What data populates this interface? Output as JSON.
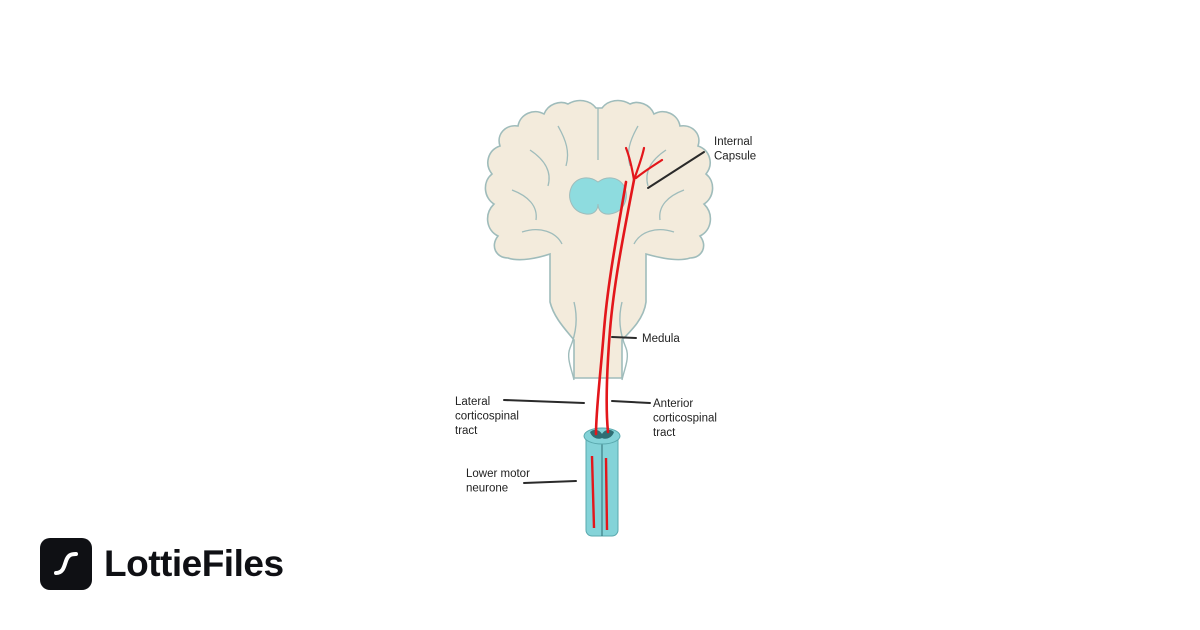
{
  "diagram": {
    "labels": {
      "internal_capsule": [
        "Internal",
        "Capsule"
      ],
      "medula": [
        "Medula"
      ],
      "lateral_tract": [
        "Lateral",
        "corticospinal",
        "tract"
      ],
      "anterior_tract": [
        "Anterior",
        "corticospinal",
        "tract"
      ],
      "lower_motor_neurone": [
        "Lower motor",
        "neurone"
      ]
    },
    "colors": {
      "brain_fill": "#f3ebdc",
      "brain_outline": "#9fbcbb",
      "thalamus": "#8edcdf",
      "tract": "#e3161b",
      "spinal_cord": "#84d3d8",
      "grey_matter": "#2f6e73",
      "leader_line": "#2a2a2a"
    }
  },
  "brand": {
    "name": "LottieFiles",
    "icon": "lottiefiles-logo-icon"
  }
}
